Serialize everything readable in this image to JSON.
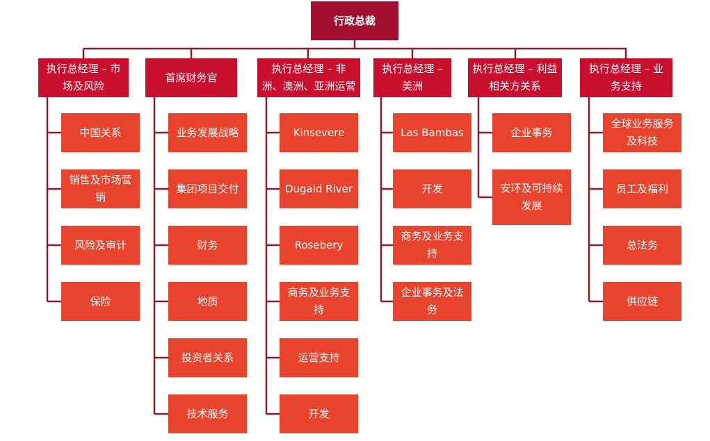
{
  "root": {
    "label": "行政总裁"
  },
  "columns": [
    {
      "label": "执行总经理 – 市场及风险",
      "children": [
        "中国关系",
        "销售及市场营销",
        "风险及审计",
        "保险"
      ]
    },
    {
      "label": "首席财务官",
      "children": [
        "业务发展战略",
        "集团项目交付",
        "财务",
        "地质",
        "投资者关系",
        "技术服务"
      ]
    },
    {
      "label": "执行总经理 – 非洲、澳洲、亚洲运营",
      "children": [
        "Kinsevere",
        "Dugald River",
        "Rosebery",
        "商务及业务支持",
        "运营支持",
        "开发"
      ]
    },
    {
      "label": "执行总经理 – 美洲",
      "children": [
        "Las Bambas",
        "开发",
        "商务及业务支持",
        "企业事务及法务"
      ]
    },
    {
      "label": "执行总经理 – 利益相关方关系",
      "children": [
        "企业事务",
        "安环及可持续发展"
      ]
    },
    {
      "label": "执行总经理 – 业务支持",
      "children": [
        "全球业务服务及科技",
        "员工及福利",
        "总法务",
        "供应链"
      ]
    }
  ],
  "colors": {
    "root": "#a3102f",
    "manager": "#c8102e",
    "child": "#e8432c",
    "line": "#8b1a2b"
  }
}
